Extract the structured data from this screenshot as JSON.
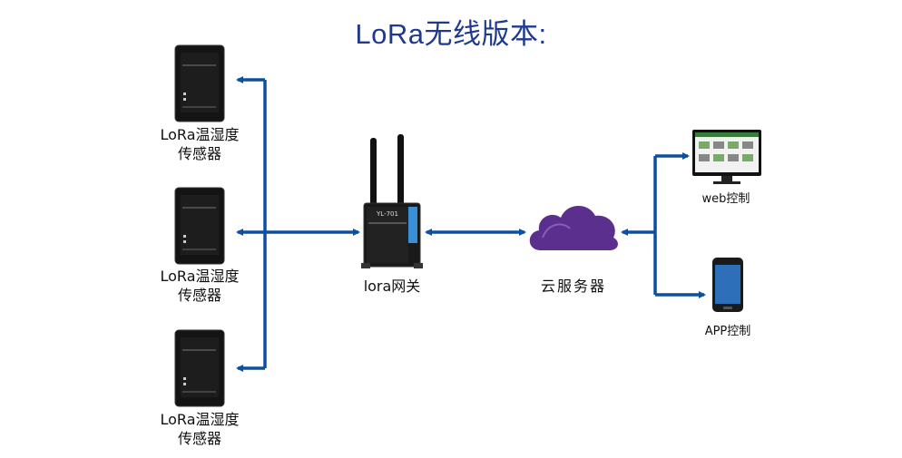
{
  "title": "LoRa无线版本:",
  "sensors": [
    {
      "line1": "LoRa温湿度",
      "line2": "传感器"
    },
    {
      "line1": "LoRa温湿度",
      "line2": "传感器"
    },
    {
      "line1": "LoRa温湿度",
      "line2": "传感器"
    }
  ],
  "gateway": {
    "label": "lora网关",
    "model": "YL-701"
  },
  "cloud": {
    "label": "云服务器"
  },
  "web": {
    "label": "web控制"
  },
  "app": {
    "label": "APP控制"
  },
  "colors": {
    "arrow": "#0d4fa0",
    "cloud": "#5a2f8e",
    "title": "#1f3a8c"
  }
}
